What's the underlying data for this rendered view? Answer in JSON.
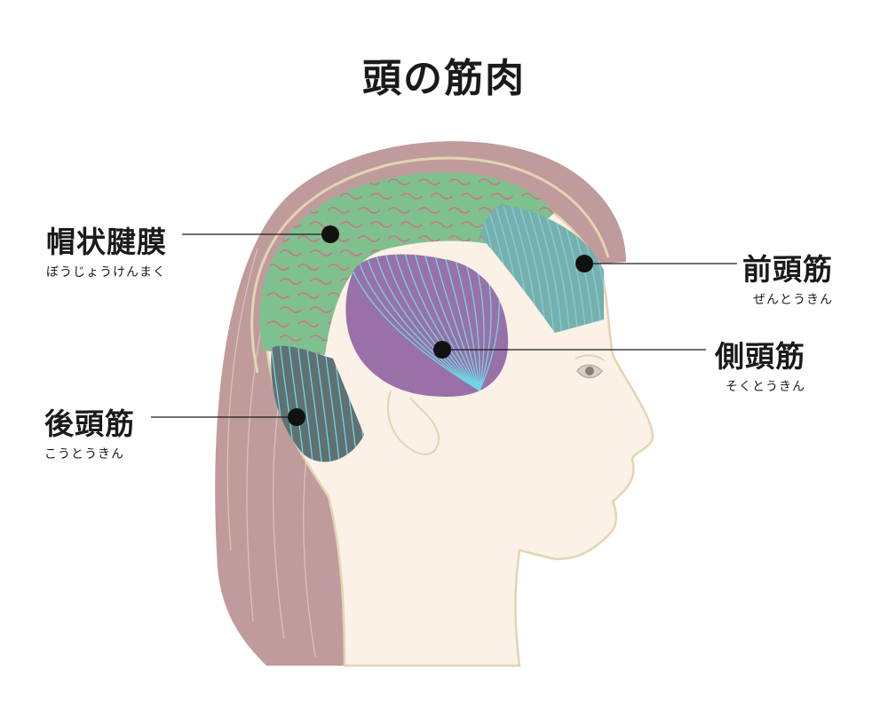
{
  "title": "頭の筋肉",
  "labels": {
    "galea": {
      "name": "帽状腱膜",
      "reading": "ぼうじょうけんまく"
    },
    "frontal": {
      "name": "前頭筋",
      "reading": "ぜんとうきん"
    },
    "temporal": {
      "name": "側頭筋",
      "reading": "そくとうきん"
    },
    "occipital": {
      "name": "後頭筋",
      "reading": "こうとうきん"
    }
  },
  "colors": {
    "hair": "#c09b9b",
    "skin": "#fbf1e6",
    "outline": "#e3d4b4",
    "galea": "#7fc08f",
    "galea_fiber": "#c47a86",
    "frontal": "#79aeab",
    "temporal": "#9a70a8",
    "occipital": "#5f7172",
    "fiber": "#6fd6e6"
  }
}
